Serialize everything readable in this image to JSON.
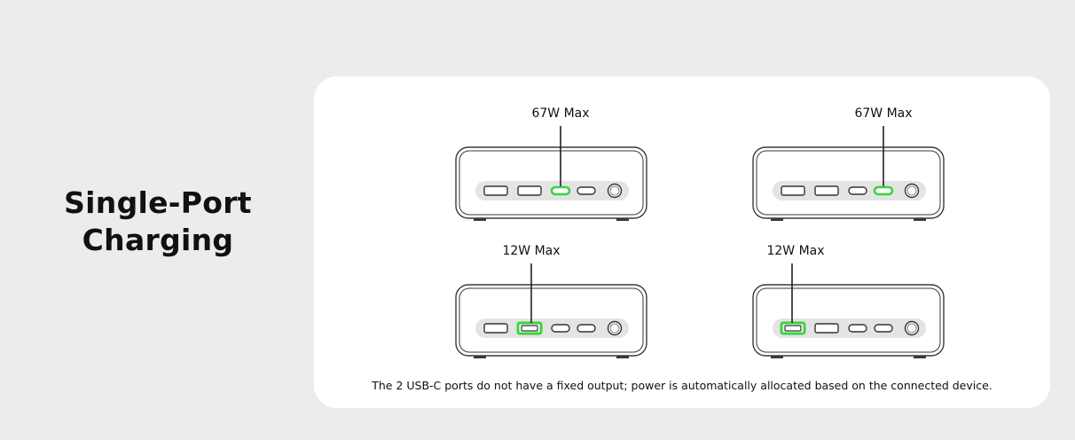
{
  "heading": {
    "line1": "Single-Port",
    "line2": "Charging"
  },
  "diagrams": [
    {
      "label": "67W Max",
      "active_port": "usb-c-1"
    },
    {
      "label": "67W Max",
      "active_port": "usb-c-2"
    },
    {
      "label": "12W Max",
      "active_port": "usb-a-2"
    },
    {
      "label": "12W Max",
      "active_port": "usb-a-1"
    }
  ],
  "footnote": "The 2 USB-C ports do not have a fixed output; power is automatically allocated based on the connected device.",
  "colors": {
    "highlight": "#39d43d",
    "outline": "#3a3a3a",
    "port_strip": "#e4e4e4",
    "background": "#eaecee",
    "card": "#ffffff"
  }
}
